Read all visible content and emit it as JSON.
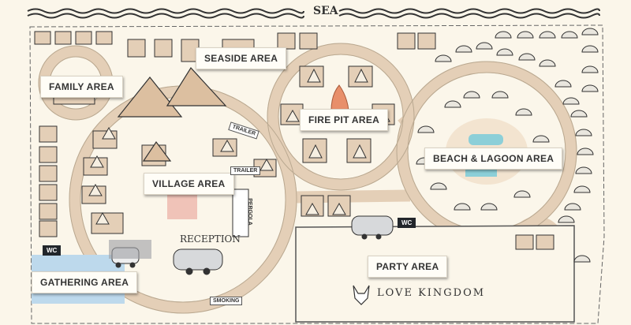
{
  "header": {
    "sea": "SEA"
  },
  "areas": {
    "seaside": "SEASIDE AREA",
    "family": "FAMILY AREA",
    "fire_pit": "FIRE PIT AREA",
    "beach_lagoon": "BEACH & LAGOON AREA",
    "village": "VILLAGE AREA",
    "gathering": "GATHERING AREA",
    "party": "PARTY AREA"
  },
  "landmarks": {
    "reception": "RECEPTION",
    "pergola": "PERGOLA",
    "smoking": "SMOKING",
    "trailer": "TRAILER",
    "wc": "WC"
  },
  "brand": {
    "name": "LOVE KINGDOM",
    "logo": "fox-logo-icon"
  },
  "colors": {
    "path": "#e4cfb7",
    "ground": "#fbf6ea",
    "lagoon": "#8ccfd8",
    "fire": "#e88f6a"
  }
}
